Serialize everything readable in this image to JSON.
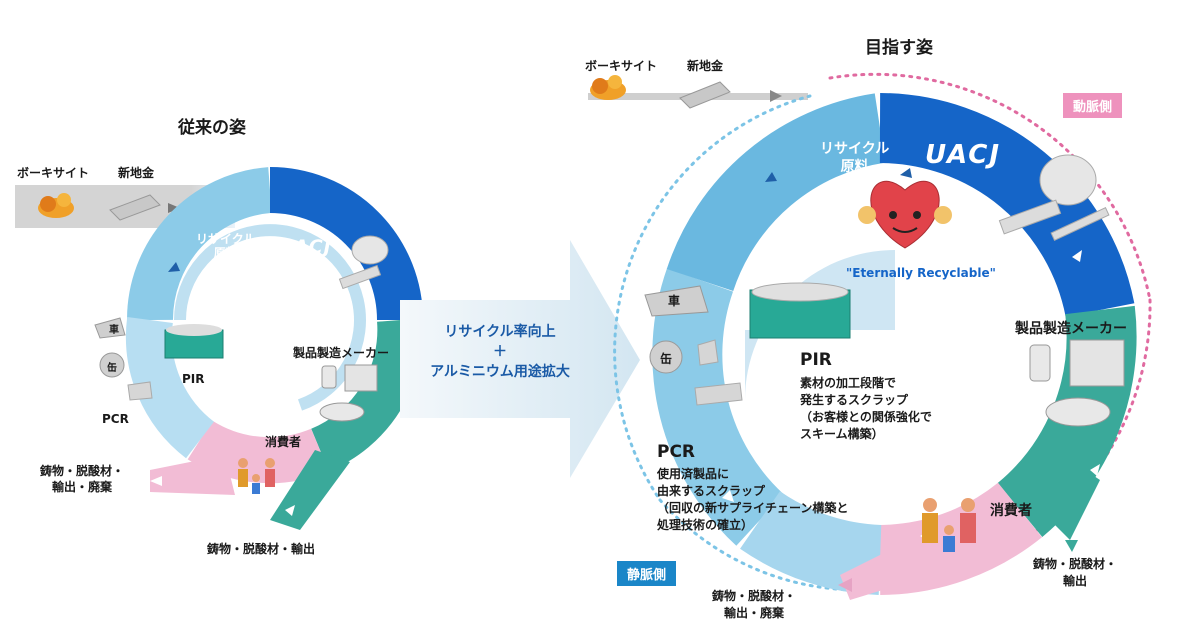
{
  "left": {
    "title": "従来の姿",
    "bauxite": "ボーキサイト",
    "new_ingot": "新地金",
    "recycled_material_line1": "リサイクル",
    "recycled_material_line2": "原料",
    "brand": "UACJ",
    "product_maker": "製品製造メーカー",
    "consumer": "消費者",
    "pir": "PIR",
    "pcr": "PCR",
    "car": "車",
    "can": "缶",
    "outflow_left_line1": "鋳物・脱酸材・",
    "outflow_left_line2": "輸出・廃棄",
    "outflow_bottom": "鋳物・脱酸材・輸出"
  },
  "center_arrow": {
    "line1": "リサイクル率向上",
    "line2": "＋",
    "line3": "アルミニウム用途拡大"
  },
  "right": {
    "title": "目指す姿",
    "bauxite": "ボーキサイト",
    "new_ingot": "新地金",
    "artery_tag": "動脈側",
    "vein_tag": "静脈側",
    "recycled_material_line1": "リサイクル",
    "recycled_material_line2": "原料",
    "brand": "UACJ",
    "slogan": "\"Eternally Recyclable\"",
    "product_maker": "製品製造メーカー",
    "consumer": "消費者",
    "car": "車",
    "can": "缶",
    "pir": "PIR",
    "pir_desc_line1": "素材の加工段階で",
    "pir_desc_line2": "発生するスクラップ",
    "pir_desc_line3": "（お客様との関係強化で",
    "pir_desc_line4": "スキーム構築）",
    "pcr": "PCR",
    "pcr_desc_line1": "使用済製品に",
    "pcr_desc_line2": "由来するスクラップ",
    "pcr_desc_line3": "（回収の新サプライチェーン構築と",
    "pcr_desc_line4": "処理技術の確立）",
    "outflow_bottom_line1": "鋳物・脱酸材・",
    "outflow_bottom_line2": "輸出・廃棄",
    "outflow_right_line1": "鋳物・脱酸材・",
    "outflow_right_line2": "輸出"
  },
  "colors": {
    "dark_blue": "#1565c8",
    "light_blue": "#7ec3e6",
    "pale_blue": "#c9e6f5",
    "teal": "#3aa99a",
    "pink": "#f2bcd5",
    "magenta": "#d94c8c",
    "gray": "#dcdcdc"
  }
}
